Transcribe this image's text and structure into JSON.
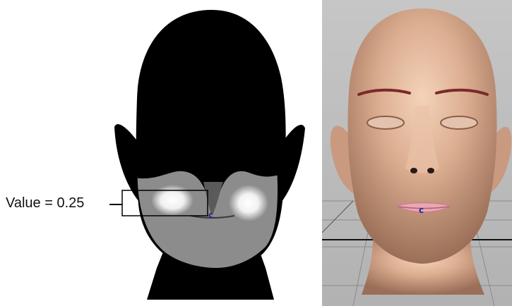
{
  "annotation": {
    "value_label": "Value = 0.25"
  },
  "panels": [
    {
      "name": "weight-map",
      "marker": "c"
    },
    {
      "name": "rendered-head",
      "marker": "c"
    }
  ],
  "colors": {
    "weight_map_black": "#000000",
    "weight_map_gray": "#8c8c8c",
    "weight_map_white": "#f4f4f4",
    "viewport_bg": "#b9b9b9",
    "skin": "#d8a98c",
    "lips": "#e7a7b3",
    "eyebrows": "#7a2a2a",
    "marker": "#2a2a8c"
  }
}
